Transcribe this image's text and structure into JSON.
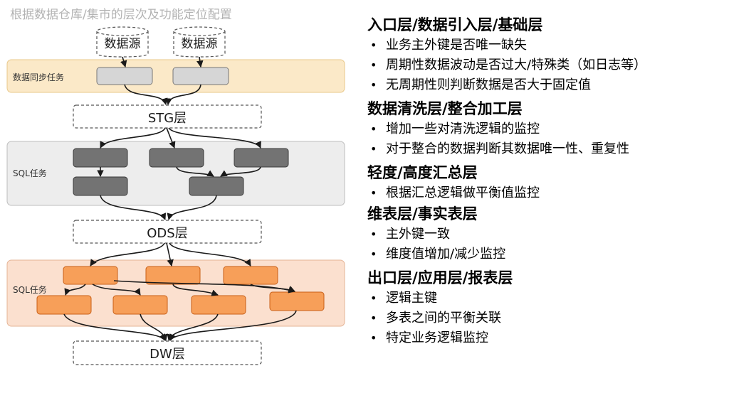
{
  "title": "根据数据仓库/集市的层次及功能定位配置",
  "diagram": {
    "sources": [
      "数据源",
      "数据源"
    ],
    "sync_band_label": "数据同步任务",
    "stg_label": "STG层",
    "sql_band_1_label": "SQL任务",
    "ods_label": "ODS层",
    "sql_band_2_label": "SQL任务",
    "dw_label": "DW层"
  },
  "colors": {
    "sync_band_fill": "#fbe9c8",
    "sync_band_stroke": "#e8c88a",
    "sync_task_fill": "#d6d6d6",
    "gray_band_fill": "#ededed",
    "gray_task_fill": "#737373",
    "orange_band_fill": "#fbe0cf",
    "orange_task_fill": "#f79f59",
    "orange_task_stroke": "#c85f17",
    "arrow": "#1a1a1a"
  },
  "sections": [
    {
      "heading": "入口层/数据引入层/基础层",
      "items": [
        "业务主外键是否唯一缺失",
        "周期性数据波动是否过大/特殊类（如日志等）",
        "无周期性则判断数据是否大于固定值"
      ]
    },
    {
      "heading": "数据清洗层/整合加工层",
      "items": [
        "增加一些对清洗逻辑的监控",
        "对于整合的数据判断其数据唯一性、重复性"
      ]
    },
    {
      "heading": "轻度/高度汇总层",
      "items": [
        "根据汇总逻辑做平衡值监控"
      ]
    },
    {
      "heading": "维表层/事实表层",
      "items": [
        "主外键一致",
        "维度值增加/减少监控"
      ]
    },
    {
      "heading": "出口层/应用层/报表层",
      "items": [
        "逻辑主键",
        "多表之间的平衡关联",
        "特定业务逻辑监控"
      ]
    }
  ]
}
